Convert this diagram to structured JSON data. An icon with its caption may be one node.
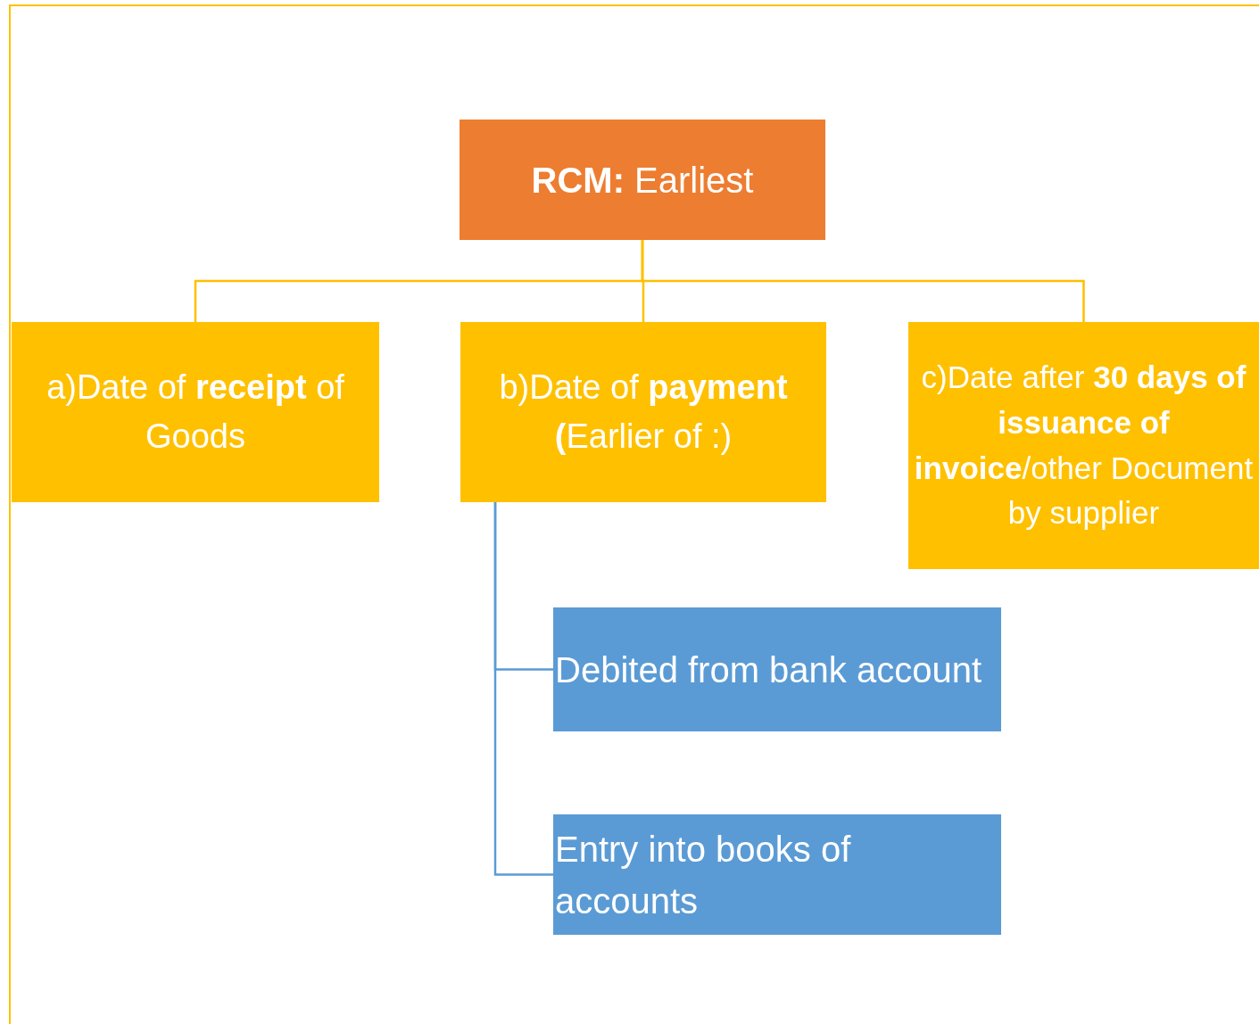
{
  "diagram": {
    "nodes": [
      {
        "text": [
          "**RCM:** Earliest"
        ]
      },
      {
        "text": [
          "a)Date of **receipt** of Goods"
        ]
      },
      {
        "text": [
          "b)Date of **payment (**Earlier of :)"
        ]
      },
      {
        "text": [
          "c)Date after **30 days of issuance of invoice**/other Document by supplier"
        ]
      },
      {
        "text": [
          "Debited from bank account"
        ]
      },
      {
        "text": [
          "Entry into books of accounts"
        ]
      }
    ],
    "edges": [
      {
        "from": 0,
        "to": 1,
        "arrow": "none"
      },
      {
        "from": 0,
        "to": 2,
        "arrow": "none"
      },
      {
        "from": 0,
        "to": 3,
        "arrow": "none"
      },
      {
        "from": 2,
        "to": 4,
        "arrow": "none",
        "color": "#5b9bd5"
      },
      {
        "from": 2,
        "to": 5,
        "arrow": "none",
        "color": "#5b9bd5"
      }
    ]
  }
}
